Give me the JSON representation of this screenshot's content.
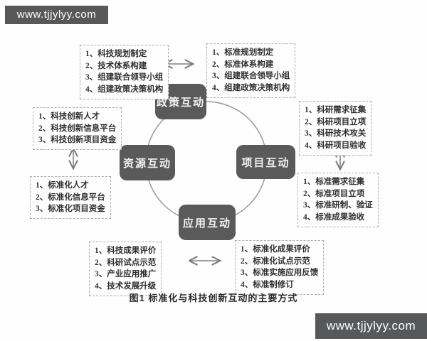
{
  "watermark_top": "www.tjjylyy.com",
  "watermark_bottom": "www.tjjylyy.com",
  "caption": "图1 标准化与科技创新互动的主要方式",
  "colors": {
    "node_bg": "#5a5a5a",
    "node_text": "#f2f2f2",
    "watermark_bg": "#57585a",
    "arrow": "#7f7f7f",
    "circle_stroke": "#9c9c9c",
    "box_border": "#ababab",
    "box_text": "#2f2f2f"
  },
  "nodes": {
    "policy": "政策互动",
    "resource": "资源互动",
    "project": "项目互动",
    "application": "应用互动"
  },
  "boxes": {
    "policy_tech": {
      "items": [
        "1、科技规划制定",
        "2、技术体系构建",
        "3、组建联合领导小组",
        "4、组建政策决策机构"
      ]
    },
    "policy_standard": {
      "items": [
        "1、标准规划制定",
        "2、标准体系构建",
        "3、组建联合领导小组",
        "4、组建政策决策机构"
      ]
    },
    "resource_tech": {
      "items": [
        "1、科技创新人才",
        "2、科技创新信息平台",
        "3、科技创新项目资金"
      ]
    },
    "resource_standard": {
      "items": [
        "1、标准化人才",
        "2、标准化信息平台",
        "3、标准化项目资金"
      ]
    },
    "project_tech": {
      "items": [
        "1、科研需求征集",
        "2、科研项目立项",
        "3、科研技术攻关",
        "4、科研项目验收"
      ]
    },
    "project_standard": {
      "items": [
        "1、标准需求征集",
        "2、标准项目立项",
        "3、标准研制、验证",
        "4、标准成果验收"
      ]
    },
    "application_tech": {
      "items": [
        "1、科技成果评价",
        "2、科研试点示范",
        "3、产业应用推广",
        "4、技术发展升级"
      ]
    },
    "application_standard": {
      "items": [
        "1、标准化成果评价",
        "2、标准化试点示范",
        "3、标准实施应用反馈",
        "4、标准制修订"
      ]
    }
  }
}
